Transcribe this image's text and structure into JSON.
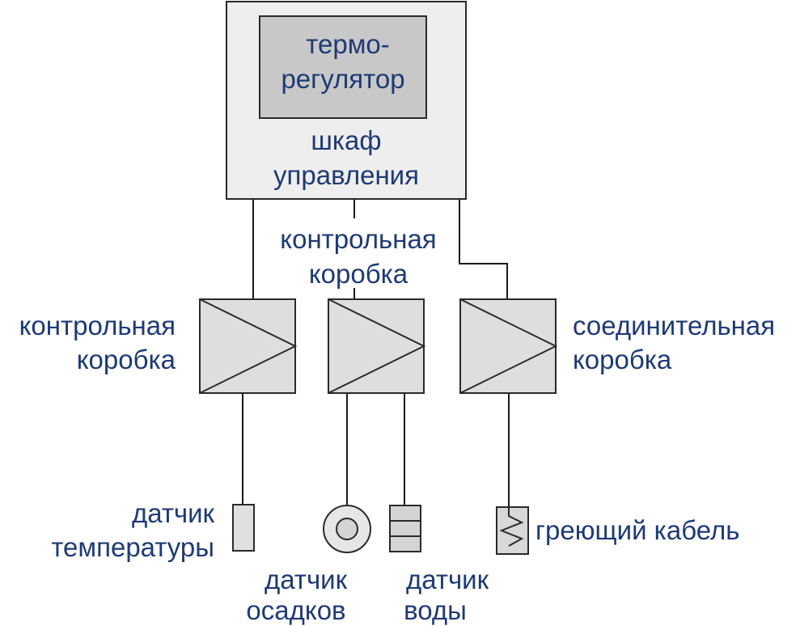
{
  "colors": {
    "text": "#1f3a73",
    "cabinet_fill": "#eeeeee",
    "thermostat_fill": "#c8c8c8",
    "junction_fill": "#dedede",
    "sensor_fill": "#e6e6e6",
    "stroke": "#2a2a2a"
  },
  "cabinet": {
    "thermostat_line1": "термо-",
    "thermostat_line2": "регулятор",
    "label_line1": "шкаф",
    "label_line2": "управления"
  },
  "boxes": {
    "left": {
      "line1": "контрольная",
      "line2": "коробка",
      "icon": "junction-box-icon"
    },
    "middle": {
      "line1": "контрольная",
      "line2": "коробка",
      "icon": "junction-box-icon"
    },
    "right": {
      "line1": "соединительная",
      "line2": "коробка",
      "icon": "junction-box-icon"
    }
  },
  "devices": {
    "temperature": {
      "line1": "датчик",
      "line2": "температуры",
      "icon": "temperature-sensor-icon"
    },
    "precipitation": {
      "line1": "датчик",
      "line2": "осадков",
      "icon": "precipitation-sensor-icon"
    },
    "water": {
      "line1": "датчик",
      "line2": "воды",
      "icon": "water-sensor-icon"
    },
    "cable": {
      "label": "греющий кабель",
      "icon": "heating-cable-icon"
    }
  }
}
